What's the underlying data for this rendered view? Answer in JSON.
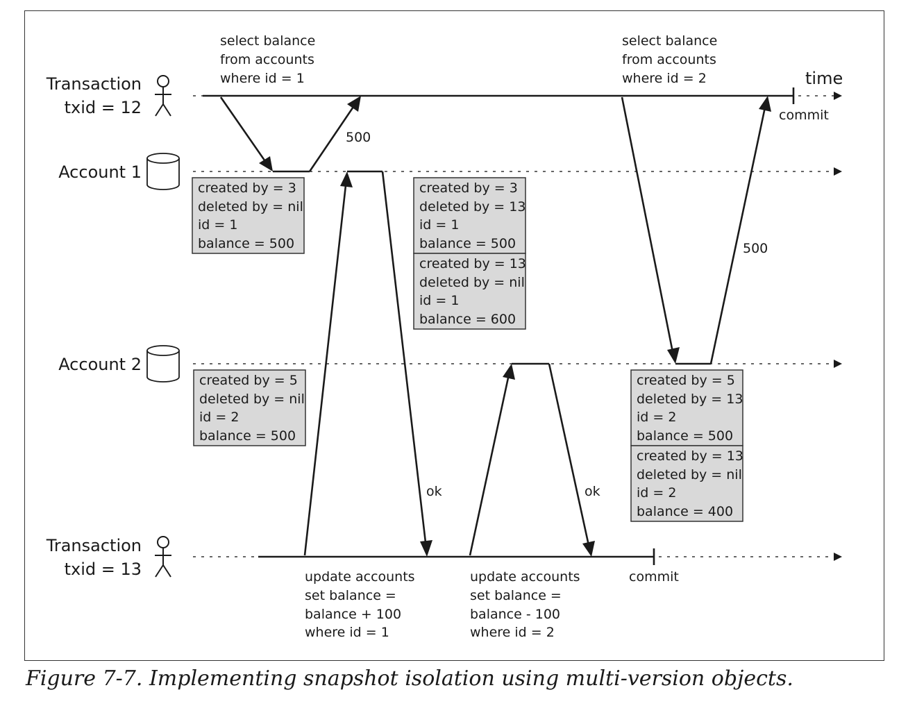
{
  "diagram": {
    "actors": {
      "tx12": {
        "line1": "Transaction",
        "line2": "txid = 12"
      },
      "tx13": {
        "line1": "Transaction",
        "line2": "txid = 13"
      },
      "account1": {
        "label": "Account 1"
      },
      "account2": {
        "label": "Account 2"
      }
    },
    "time_label": "time",
    "commit_label": "commit",
    "queries": {
      "select1": [
        "select balance",
        "from accounts",
        "where id = 1"
      ],
      "select2": [
        "select balance",
        "from accounts",
        "where id = 2"
      ],
      "update1": [
        "update accounts",
        "set balance =",
        "balance + 100",
        "where id = 1"
      ],
      "update2": [
        "update accounts",
        "set balance =",
        "balance - 100",
        "where id = 2"
      ]
    },
    "responses": {
      "r1": "500",
      "r2": "500",
      "ok1": "ok",
      "ok2": "ok"
    },
    "rows": {
      "a1_v1": [
        "created by = 3",
        "deleted by = nil",
        "id = 1",
        "balance = 500"
      ],
      "a1_v1_deleted": [
        "created by = 3",
        "deleted by = 13",
        "id = 1",
        "balance = 500"
      ],
      "a1_v2": [
        "created by = 13",
        "deleted by = nil",
        "id = 1",
        "balance = 600"
      ],
      "a2_v1": [
        "created by = 5",
        "deleted by = nil",
        "id = 2",
        "balance = 500"
      ],
      "a2_v1_deleted": [
        "created by = 5",
        "deleted by = 13",
        "id = 2",
        "balance = 500"
      ],
      "a2_v2": [
        "created by = 13",
        "deleted by = nil",
        "id = 2",
        "balance = 400"
      ]
    }
  },
  "caption": "Figure 7-7. Implementing snapshot isolation using multi-version objects."
}
